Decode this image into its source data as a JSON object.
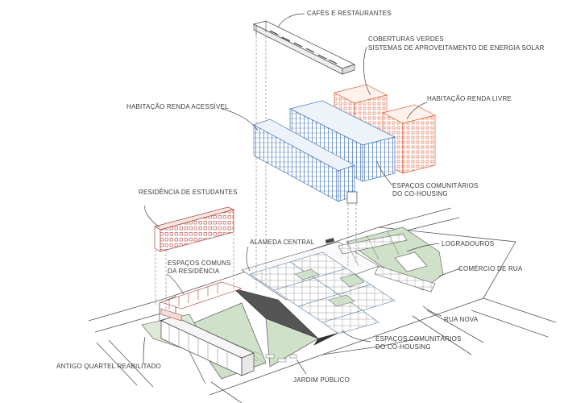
{
  "diagram": {
    "labels": {
      "cafes": "CAFÉS E RESTAURANTES",
      "green_roofs": "COBERTURAS VERDES",
      "solar": "SISTEMAS DE APROVEITAMENTO DE ENERGIA SOLAR",
      "free_housing": "HABITAÇÃO RENDA LIVRE",
      "affordable_housing": "HABITAÇÃO RENDA ACESSÍVEL",
      "cohousing_upper_1": "ESPAÇOS COMUNITÁRIOS",
      "cohousing_upper_2": "DO CO-HOUSING",
      "student_residence": "RESIDÊNCIA DE ESTUDANTES",
      "central_avenue": "ALAMEDA CENTRAL",
      "courtyards": "LOGRADOUROS",
      "residence_common_1": "ESPAÇOS COMUNS",
      "residence_common_2": "DA RESIDÊNCIA",
      "street_commerce": "COMÉRCIO DE RUA",
      "new_street": "RUA NOVA",
      "cohousing_lower_1": "ESPAÇOS COMUNITÁRIOS",
      "cohousing_lower_2": "DO CO-HOUSING",
      "old_barracks": "ANTIGO QUARTEL REABILITADO",
      "public_garden": "JARDIM PÚBLICO"
    },
    "colors": {
      "line": "#444444",
      "affordable": "#4a78b8",
      "free": "#e0613d",
      "student": "#b0413a",
      "green": "#cfe1c8",
      "ground": "#f3f3f3"
    }
  }
}
